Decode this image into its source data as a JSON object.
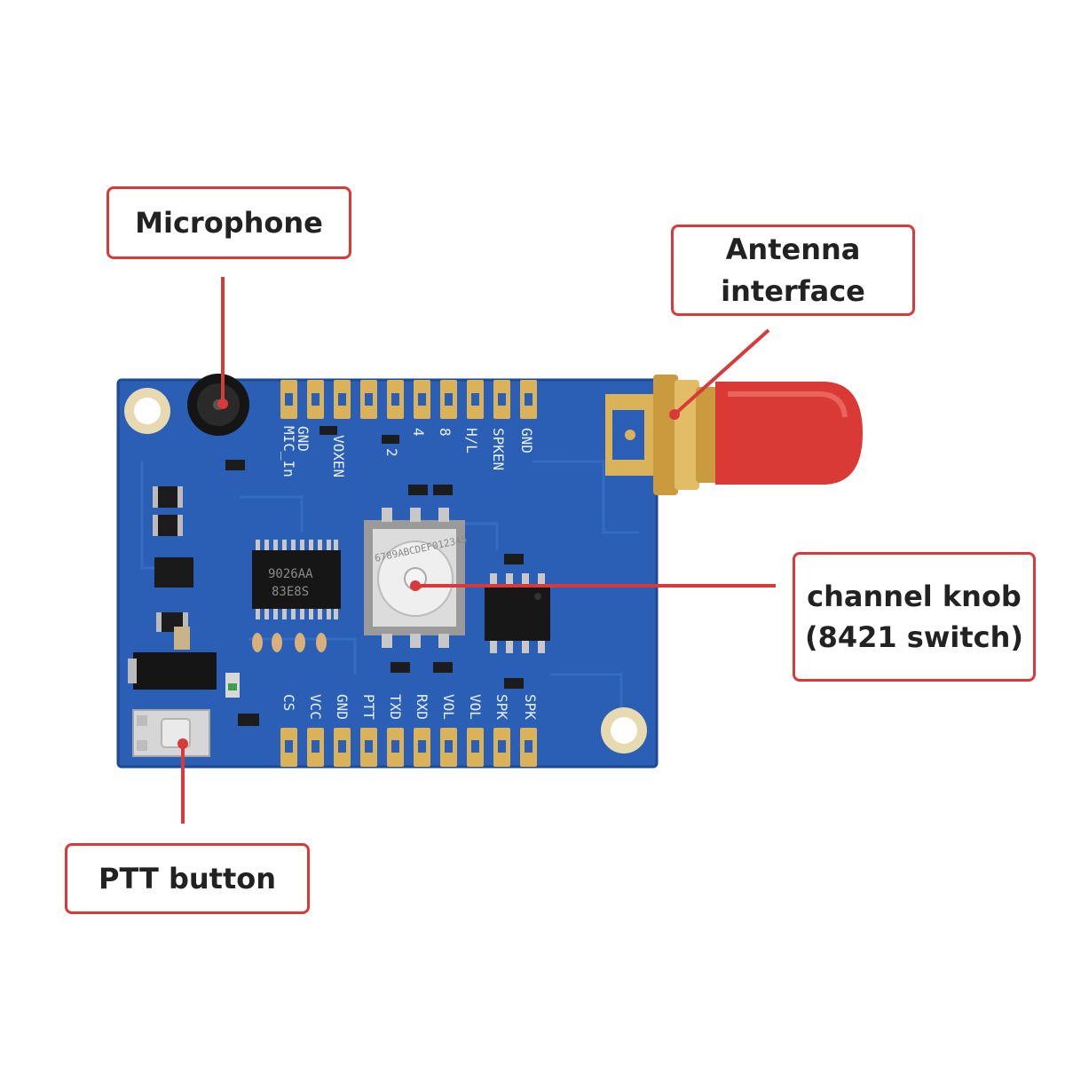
{
  "callouts": {
    "microphone": "Microphone",
    "antenna": [
      "Antenna",
      "interface"
    ],
    "channel_knob": [
      "channel knob",
      "(8421 switch)"
    ],
    "ptt_button": "PTT button"
  },
  "board": {
    "top_pin_labels": [
      "MIC_In",
      "GND",
      "VOXEN",
      "2",
      "4",
      "8",
      "H/L",
      "SPKEN",
      "GND"
    ],
    "bottom_pin_labels": [
      "CS",
      "VCC",
      "GND",
      "PTT",
      "TXD",
      "RXD",
      "VOL",
      "VOL",
      "SPK",
      "SPK"
    ],
    "chip_text": [
      "9026AA",
      "83E8S"
    ],
    "switch_digits": "6789ABCDEF012345"
  },
  "colors": {
    "pcb": "#2a5fb5",
    "callout_border": "#d83a3a",
    "antenna_cap": "#d93a35",
    "gold": "#d9b25a"
  }
}
